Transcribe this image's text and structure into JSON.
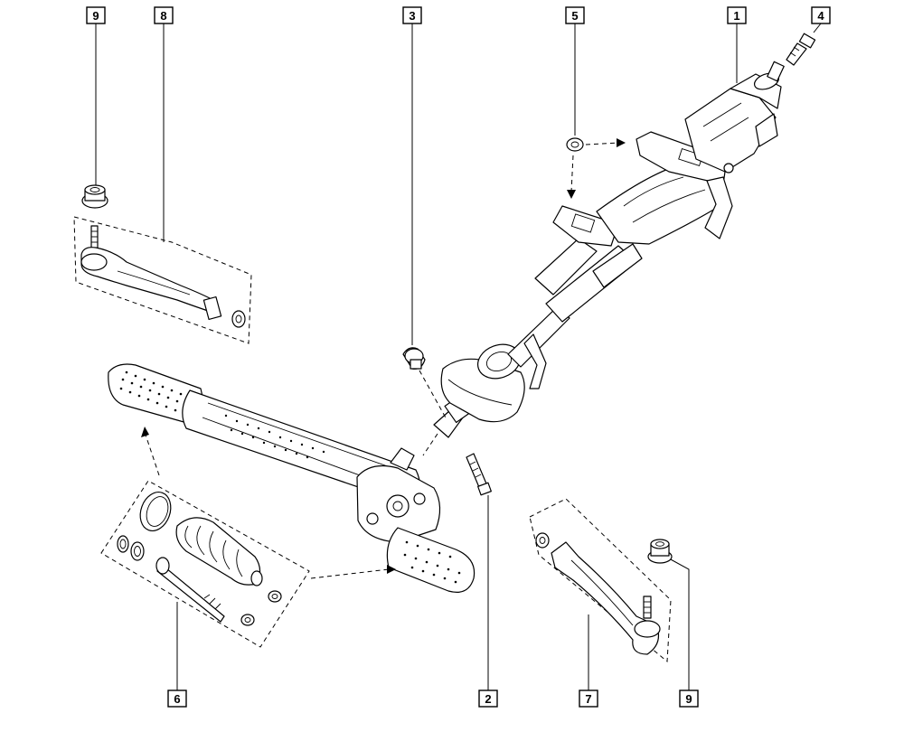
{
  "callouts": [
    {
      "id": "c9a",
      "label": "9"
    },
    {
      "id": "c8",
      "label": "8"
    },
    {
      "id": "c3",
      "label": "3"
    },
    {
      "id": "c5",
      "label": "5"
    },
    {
      "id": "c1",
      "label": "1"
    },
    {
      "id": "c4",
      "label": "4"
    },
    {
      "id": "c6",
      "label": "6"
    },
    {
      "id": "c2",
      "label": "2"
    },
    {
      "id": "c7",
      "label": "7"
    },
    {
      "id": "c9b",
      "label": "9"
    }
  ]
}
